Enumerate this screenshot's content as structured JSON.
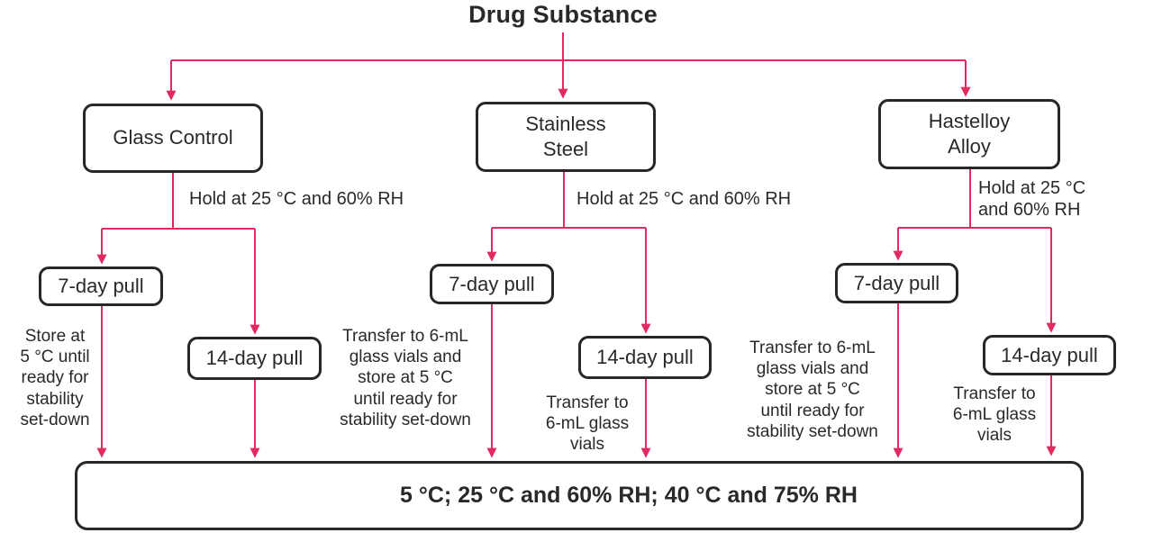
{
  "title": "Drug Substance",
  "colors": {
    "arrow": "#e02a60",
    "box_border": "#29252a",
    "text": "#2b282c",
    "background": "#ffffff"
  },
  "branches": [
    {
      "label": "Glass Control",
      "hold_label": "Hold at 25 °C and 60% RH",
      "pull7": {
        "label": "7-day pull",
        "note": "Store at\n5 °C until\nready for\nstability\nset-down"
      },
      "pull14": {
        "label": "14-day pull"
      }
    },
    {
      "label": "Stainless\nSteel",
      "hold_label": "Hold at 25 °C and 60% RH",
      "pull7": {
        "label": "7-day pull",
        "note": "Transfer to 6-mL\nglass vials and\nstore at 5 °C\nuntil ready for\nstability set-down"
      },
      "pull14": {
        "label": "14-day pull",
        "note": "Transfer to\n6-mL glass\nvials"
      }
    },
    {
      "label": "Hastelloy\nAlloy",
      "hold_label": "Hold at 25 °C\nand 60% RH",
      "pull7": {
        "label": "7-day pull",
        "note": "Transfer to 6-mL\nglass vials and\nstore at 5 °C\nuntil ready for\nstability set-down"
      },
      "pull14": {
        "label": "14-day pull",
        "note": "Transfer to\n6-mL glass\nvials"
      }
    }
  ],
  "bottom_box": {
    "label": "5 °C; 25 °C and 60% RH; 40 °C and 75% RH"
  }
}
